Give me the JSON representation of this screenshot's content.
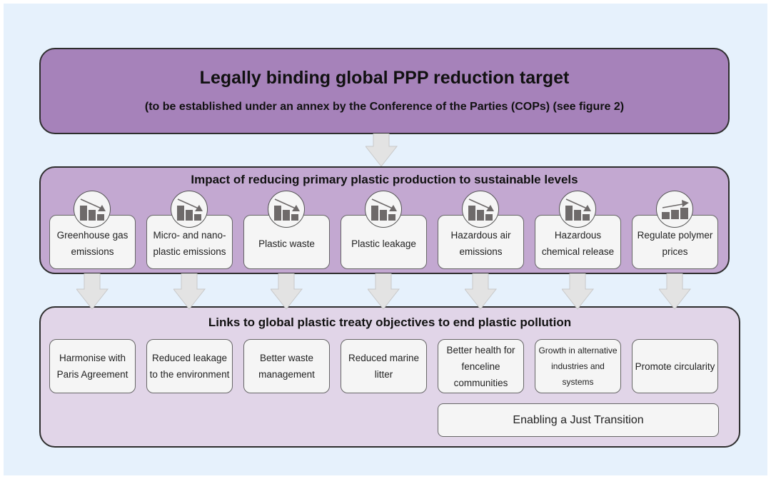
{
  "top": {
    "title": "Legally binding global PPP reduction target",
    "subtitle": "(to be established under an annex by the Conference of the Parties (COPs) (see figure 2)"
  },
  "impacts": {
    "title": "Impact of reducing primary plastic production to sustainable levels",
    "items": [
      {
        "label": "Greenhouse gas emissions",
        "icon": "decreasing-bar-chart-icon"
      },
      {
        "label": "Micro- and nano-plastic emissions",
        "icon": "decreasing-bar-chart-icon"
      },
      {
        "label": "Plastic waste",
        "icon": "decreasing-bar-chart-icon"
      },
      {
        "label": "Plastic leakage",
        "icon": "decreasing-bar-chart-icon"
      },
      {
        "label": "Hazardous air emissions",
        "icon": "decreasing-bar-chart-icon"
      },
      {
        "label": "Hazardous chemical release",
        "icon": "decreasing-bar-chart-icon"
      },
      {
        "label": "Regulate polymer prices",
        "icon": "stable-bar-chart-icon"
      }
    ]
  },
  "links": {
    "title": "Links to global plastic treaty objectives to end plastic pollution",
    "items": [
      {
        "label": "Harmonise with Paris Agreement"
      },
      {
        "label": "Reduced leakage to the environment"
      },
      {
        "label": "Better waste management"
      },
      {
        "label": "Reduced marine litter"
      },
      {
        "label": "Better health for fenceline communities"
      },
      {
        "label": "Growth in alternative industries and systems"
      },
      {
        "label": "Promote circularity"
      }
    ],
    "wide_item": "Enabling a Just Transition"
  },
  "colors": {
    "background": "#e6f1fc",
    "top_panel": "#a682ba",
    "impact_panel": "#c3a8d1",
    "links_panel": "#e1d5e8",
    "box": "#f5f5f5",
    "icon": "#6e6a6a",
    "arrow": "#e3e3e3"
  }
}
